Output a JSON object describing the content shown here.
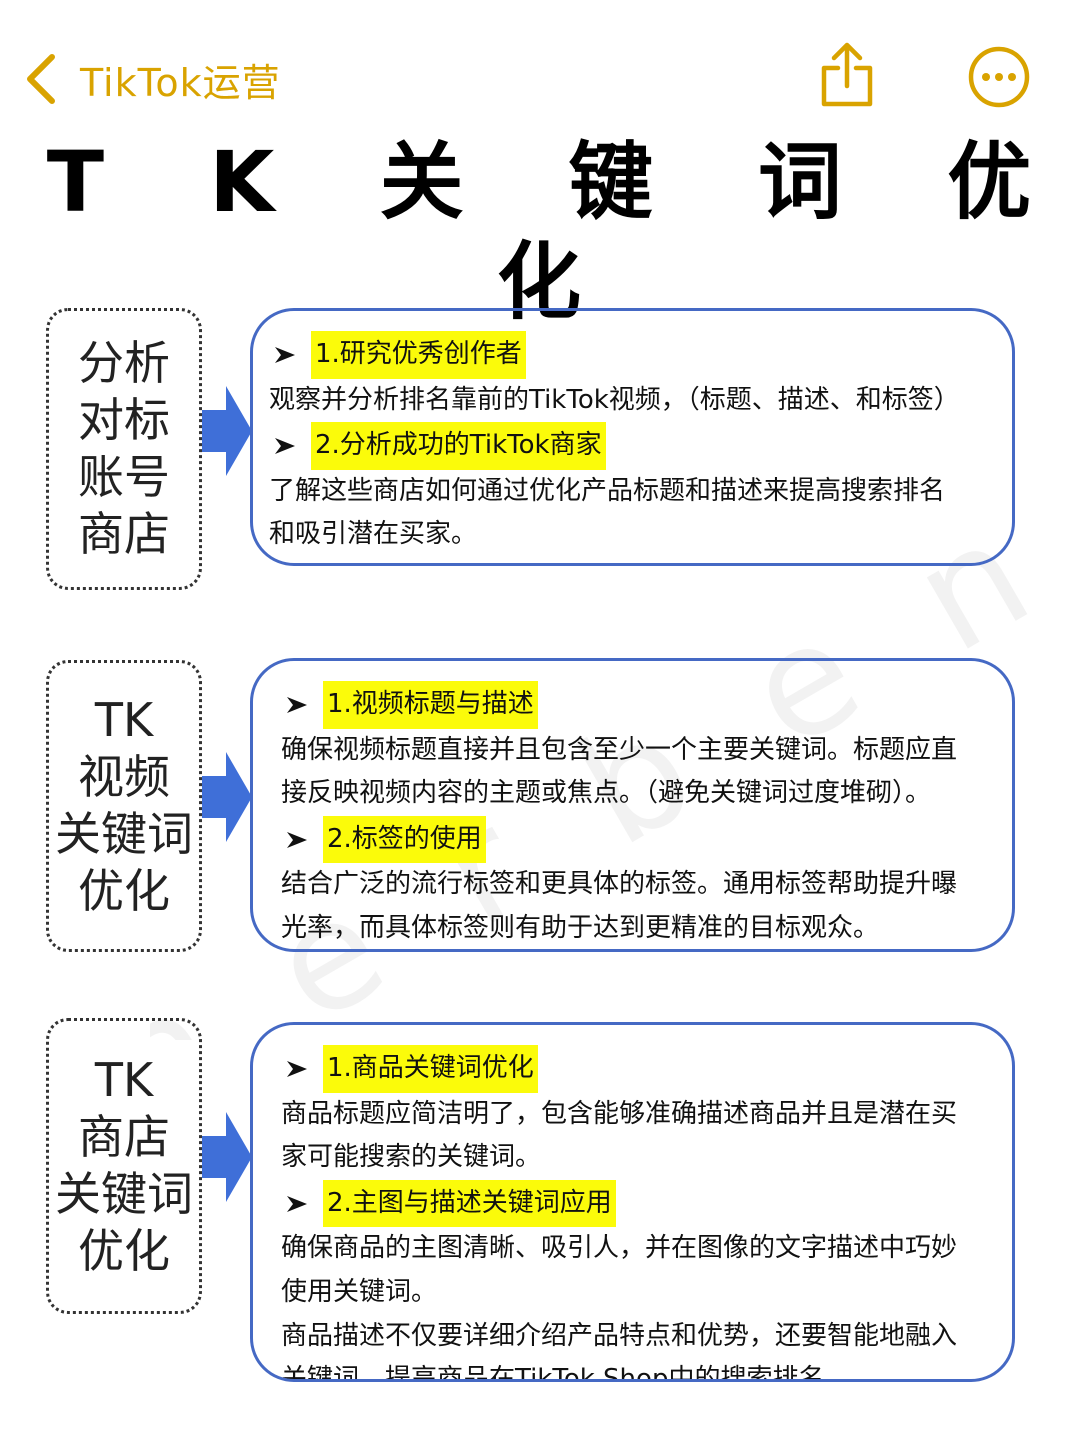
{
  "nav": {
    "back_label": "TikTok运营",
    "accent_color": "#d9a300"
  },
  "title": "T K 关 键 词 优 化",
  "sections": [
    {
      "label_lines": [
        "分析",
        "对标",
        "账号",
        "商店"
      ],
      "items": [
        {
          "heading": "1.研究优秀创作者",
          "body": [
            "观察并分析排名靠前的TikTok视频，（标题、描述、和标签）"
          ]
        },
        {
          "heading": "2.分析成功的TikTok商家",
          "body": [
            "了解这些商店如何通过优化产品标题和描述来提高搜索排名",
            "和吸引潜在买家。"
          ]
        }
      ]
    },
    {
      "label_lines": [
        "TK",
        "视频",
        "关键词",
        "优化"
      ],
      "items": [
        {
          "heading": "1.视频标题与描述",
          "body": [
            "确保视频标题直接并且包含至少一个主要关键词。标题应直",
            "接反映视频内容的主题或焦点。（避免关键词过度堆砌）。"
          ]
        },
        {
          "heading": "2.标签的使用",
          "body": [
            "结合广泛的流行标签和更具体的标签。通用标签帮助提升曝",
            "光率，而具体标签则有助于达到更精准的目标观众。"
          ]
        }
      ]
    },
    {
      "label_lines": [
        "TK",
        "商店",
        "关键词",
        "优化"
      ],
      "items": [
        {
          "heading": "1.商品关键词优化",
          "body": [
            "商品标题应简洁明了，包含能够准确描述商品并且是潜在买",
            "家可能搜索的关键词。"
          ]
        },
        {
          "heading": "2.主图与描述关键词应用",
          "body": [
            "确保商品的主图清晰、吸引人，并在图像的文字描述中巧妙",
            "使用关键词。",
            "商品描述不仅要详细介绍产品特点和优势，还要智能地融入",
            "关键词，提高商品在TikTok Shop中的搜索排名。"
          ]
        }
      ]
    }
  ],
  "watermark": "herben",
  "colors": {
    "card_border": "#4569c4",
    "arrow": "#3f6fd8",
    "highlight": "#fbfb0a"
  },
  "icons": {
    "back": "chevron-left-icon",
    "share": "share-icon",
    "more": "more-icon"
  }
}
